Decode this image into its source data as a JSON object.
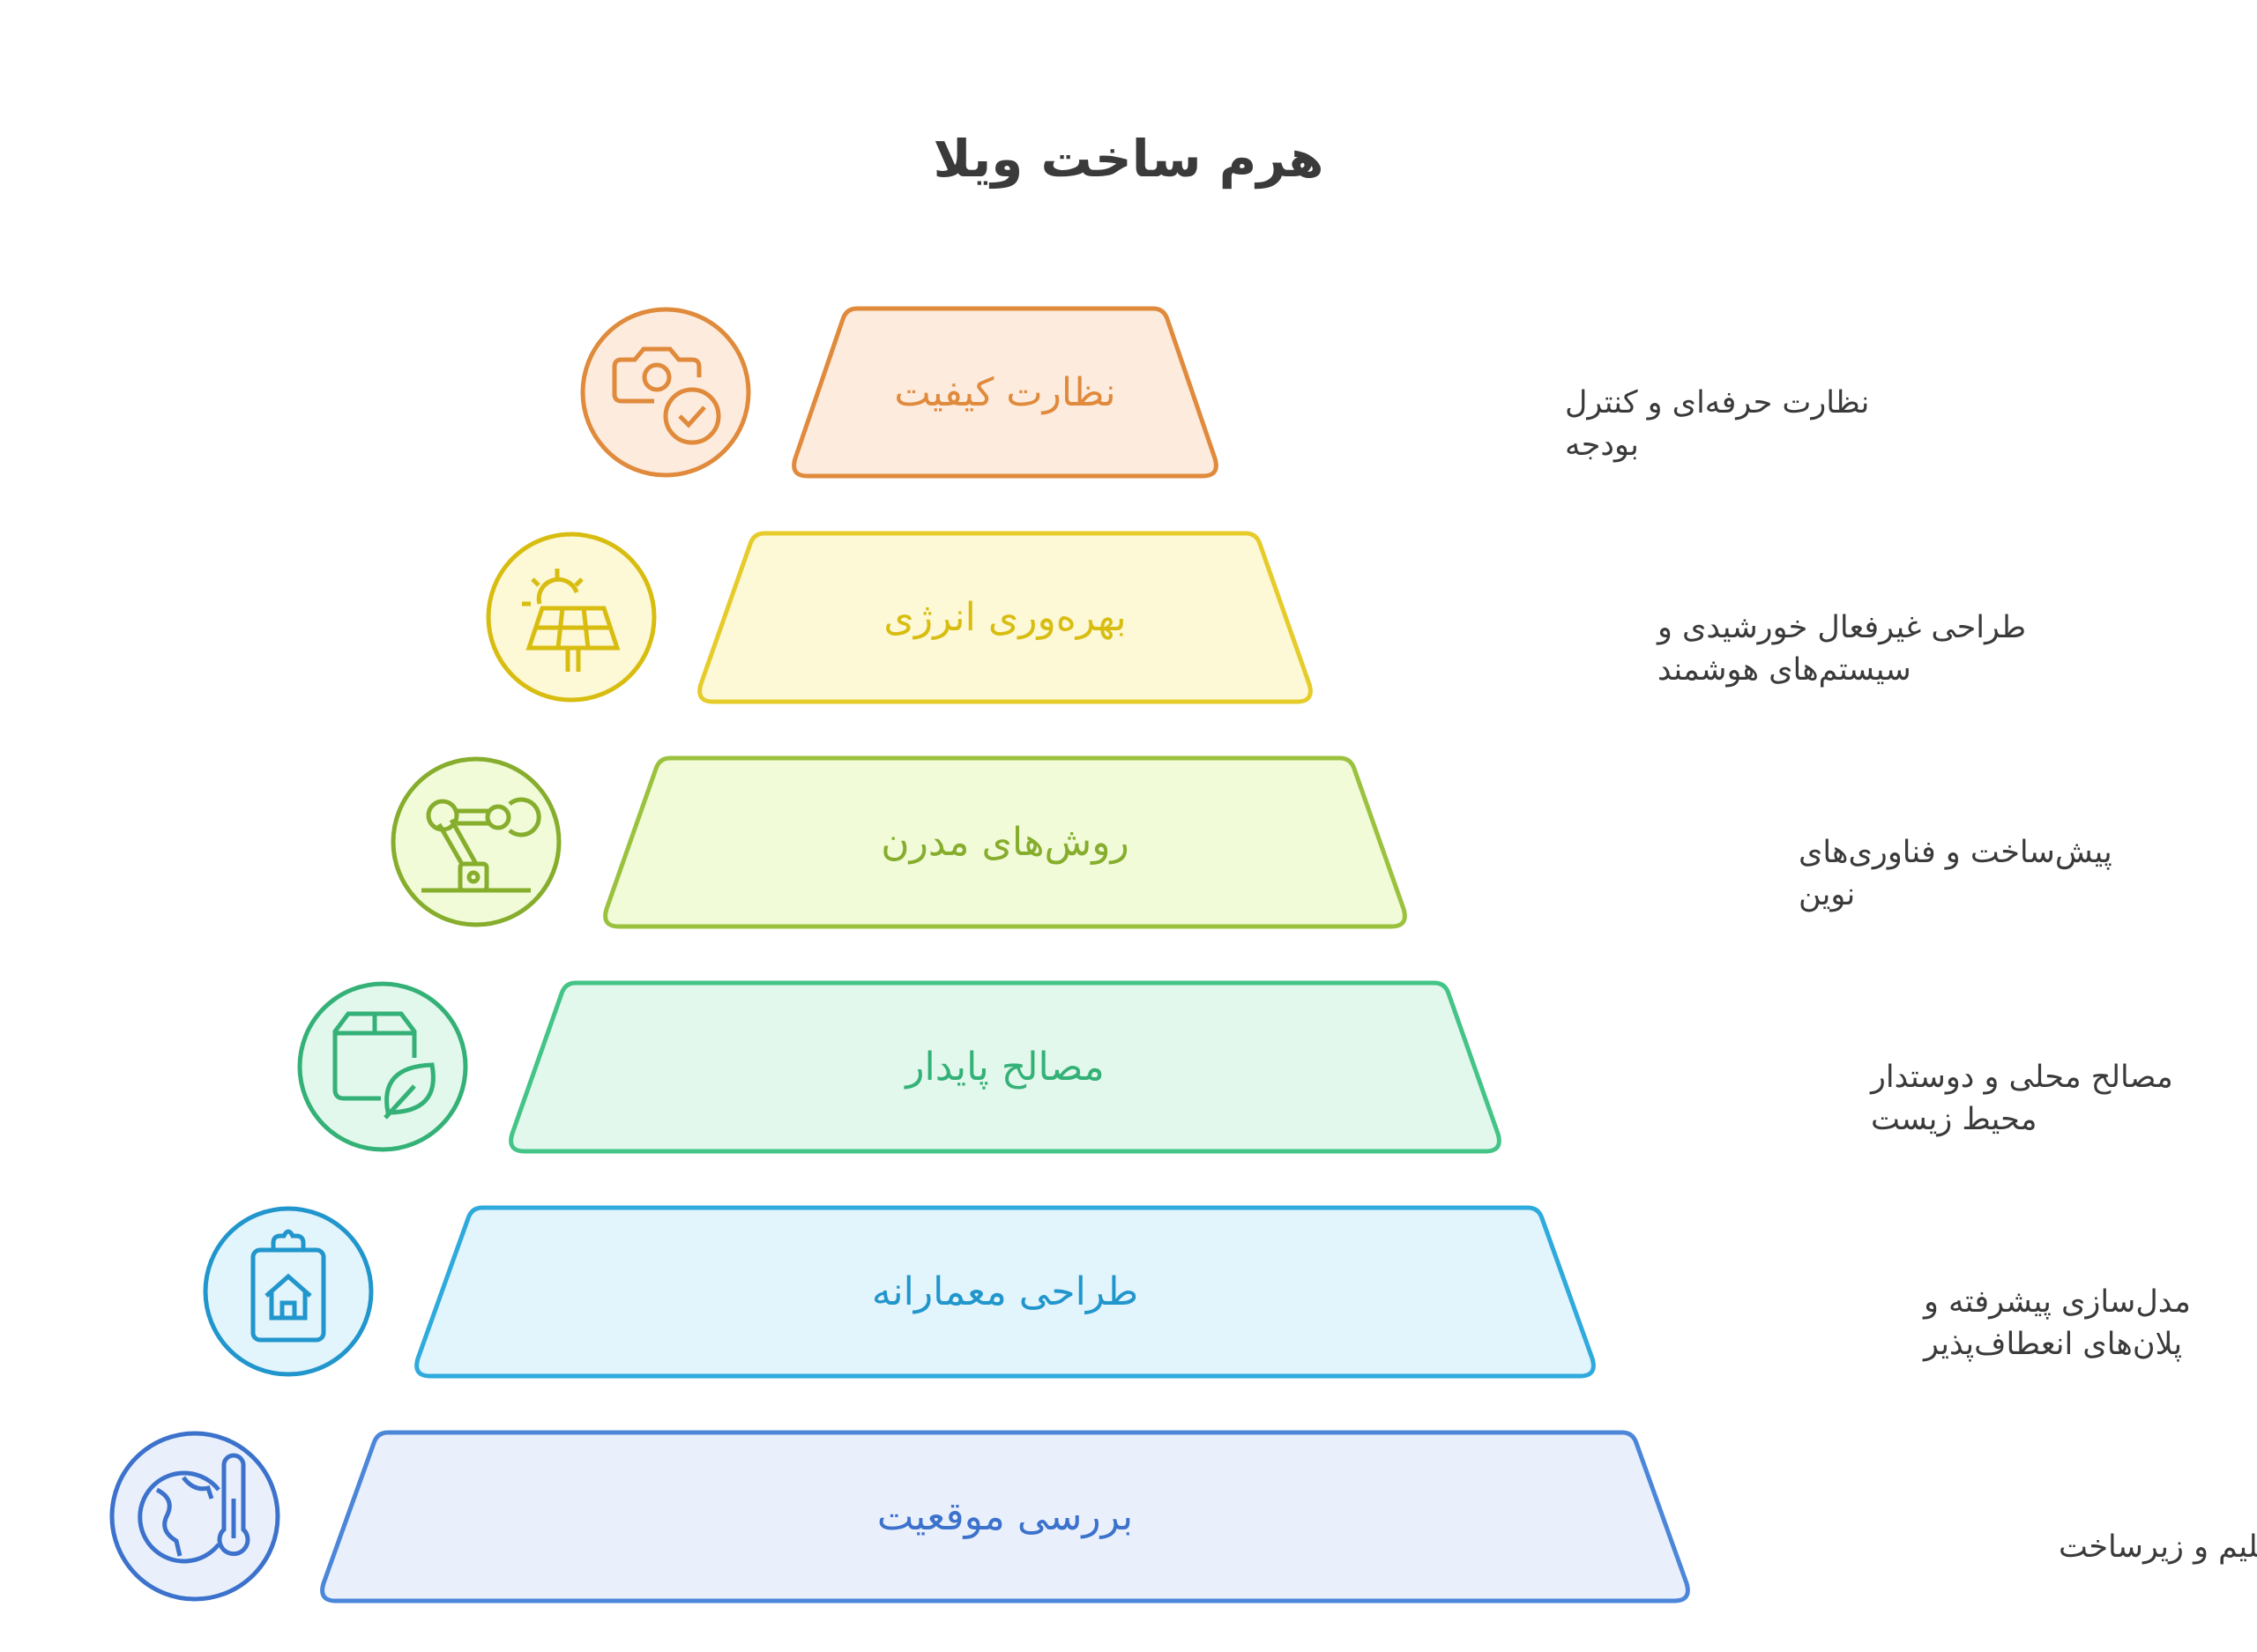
{
  "title": "هرم ساخت ویلا",
  "tiers": [
    {
      "label": "نظارت کیفیت",
      "icon": "camera-check-icon",
      "description": [
        "نظارت حرفه‌ای و کنترل",
        "بودجه"
      ],
      "colors": {
        "stroke": "#e08a3c",
        "fill": "#fdebdd",
        "text": "#e08a3c"
      }
    },
    {
      "label": "بهره‌وری انرژی",
      "icon": "solar-panel-icon",
      "description": [
        "طراحی غیرفعال خورشیدی و",
        "سیستم‌های هوشمند"
      ],
      "colors": {
        "stroke": "#e6cc2b",
        "fill": "#fdf8d6",
        "text": "#d8bd10"
      }
    },
    {
      "label": "روش‌های مدرن",
      "icon": "robot-arm-icon",
      "description": [
        "پیش‌ساخت و فناوری‌های",
        "نوین"
      ],
      "colors": {
        "stroke": "#9bc23f",
        "fill": "#f1fbd8",
        "text": "#86ad2c"
      }
    },
    {
      "label": "مصالح پایدار",
      "icon": "eco-box-icon",
      "description": [
        "مصالح محلی و دوستدار",
        "محیط زیست"
      ],
      "colors": {
        "stroke": "#44c487",
        "fill": "#e2f8ec",
        "text": "#34b177"
      }
    },
    {
      "label": "طراحی معمارانه",
      "icon": "house-clipboard-icon",
      "description": [
        "مدل‌سازی پیشرفته و",
        "پلان‌های انعطاف‌پذیر"
      ],
      "colors": {
        "stroke": "#2eaadc",
        "fill": "#e2f4fc",
        "text": "#2196cc"
      }
    },
    {
      "label": "بررسی موقعیت",
      "icon": "globe-thermometer-icon",
      "description": [
        "تحلیل اقلیم و زیرساخت"
      ],
      "colors": {
        "stroke": "#4c86d9",
        "fill": "#e9f0fc",
        "text": "#3c72cc"
      }
    }
  ]
}
